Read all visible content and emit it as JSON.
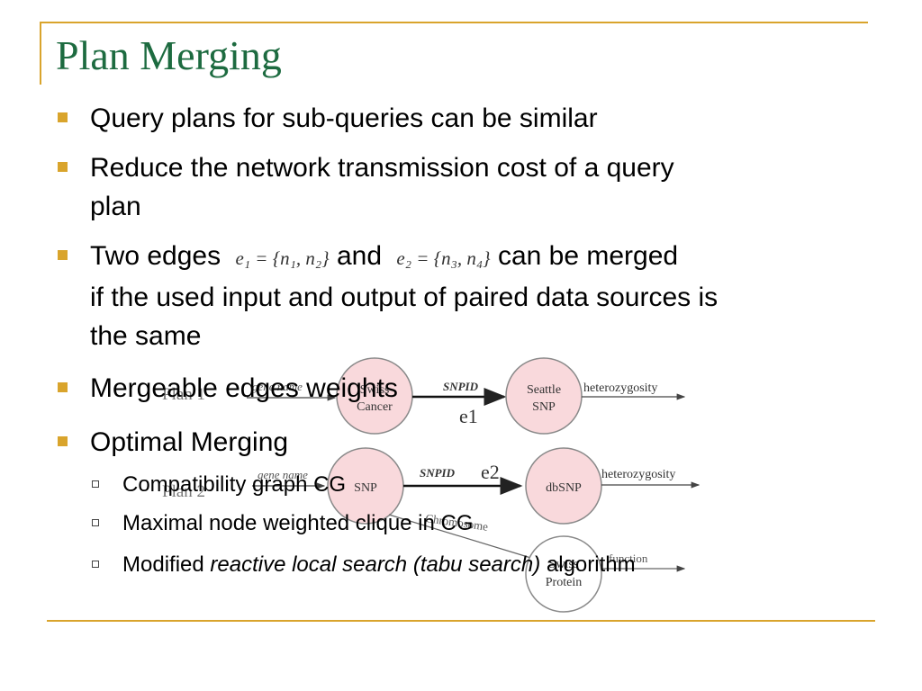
{
  "slide": {
    "title": "Plan Merging"
  },
  "bullets": [
    {
      "text": "Query plans for sub-queries can be similar"
    },
    {
      "line1": "Reduce the network transmission cost of a query",
      "line2": "plan"
    },
    {
      "prefix": "Two edges",
      "formula1": "e₁ = {n₁, n₂}",
      "middle": "and",
      "formula2": "e₂ = {n₃, n₄}",
      "suffix": "can be merged",
      "line2": "if the used input and output of paired data sources is",
      "line3": "the same"
    },
    {
      "text": "Mergeable edges weights"
    },
    {
      "text": "Optimal Merging"
    }
  ],
  "subbullets": [
    {
      "text": "Compatibility graph CG"
    },
    {
      "text": "Maximal node weighted clique in CG"
    },
    {
      "prefix": "Modified ",
      "italic": "reactive local search (tabu search)",
      "suffix": " algorithm"
    }
  ],
  "diagram": {
    "plan1_label": "Plan 1",
    "plan2_label": "Plan 2",
    "input_gene_name_1": "gene name",
    "input_gene_name_2": "gene name",
    "node_cancer_line1": "Swiss",
    "node_cancer_line2": "Cancer",
    "node_seattle_line1": "Seattle",
    "node_seattle_line2": "SNP",
    "node_plan2_first": "SNP",
    "node_dbsnp": "dbSNP",
    "node_protein_line1": "Swiss",
    "node_protein_line2": "Protein",
    "edge_snpid_1": "SNPID",
    "edge_snpid_2": "SNPID",
    "edge_e1": "e1",
    "edge_e2": "e2",
    "output_heterozygosity_1": "heterozygosity",
    "output_heterozygosity_2": "heterozygosity",
    "edge_chromosome": "Chromosome",
    "output_function": "function"
  },
  "colors": {
    "accent": "#d9a42c",
    "title": "#1d6b40",
    "node_fill": "#f9d9dc",
    "node_stroke": "#8a8a8a"
  }
}
